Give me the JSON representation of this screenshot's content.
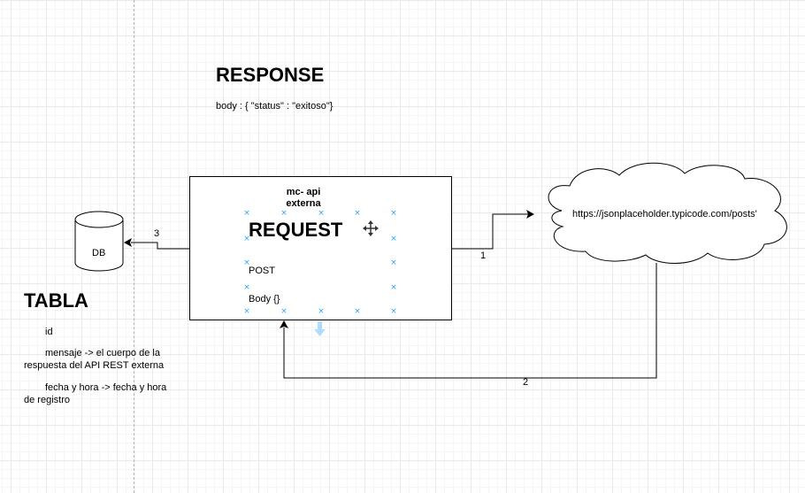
{
  "diagram": {
    "response": {
      "title": "RESPONSE",
      "body": "body : { \"status\" : \"exitoso\"}"
    },
    "service_box": {
      "name": "mc- api\nexterna",
      "title": "REQUEST",
      "method": "POST",
      "body": "Body {}"
    },
    "external_api": {
      "url": "https://jsonplaceholder.typicode.com/posts'"
    },
    "database": {
      "label": "DB"
    },
    "edges": {
      "edge_1": "1",
      "edge_2": "2",
      "edge_3": "3"
    },
    "table": {
      "title": "TABLA",
      "field_id": "id",
      "field_mensaje": "mensaje -> el cuerpo de la respuesta del API REST externa",
      "field_fecha": "fecha y hora -> fecha y hora de registro"
    }
  },
  "colors": {
    "stroke": "#000000",
    "selection_handle": "#29a0ff",
    "grid": "#e9e9e9"
  },
  "icons": {
    "move_cursor": "move-cursor-icon",
    "selection_handle": "selection-handle-icon"
  }
}
